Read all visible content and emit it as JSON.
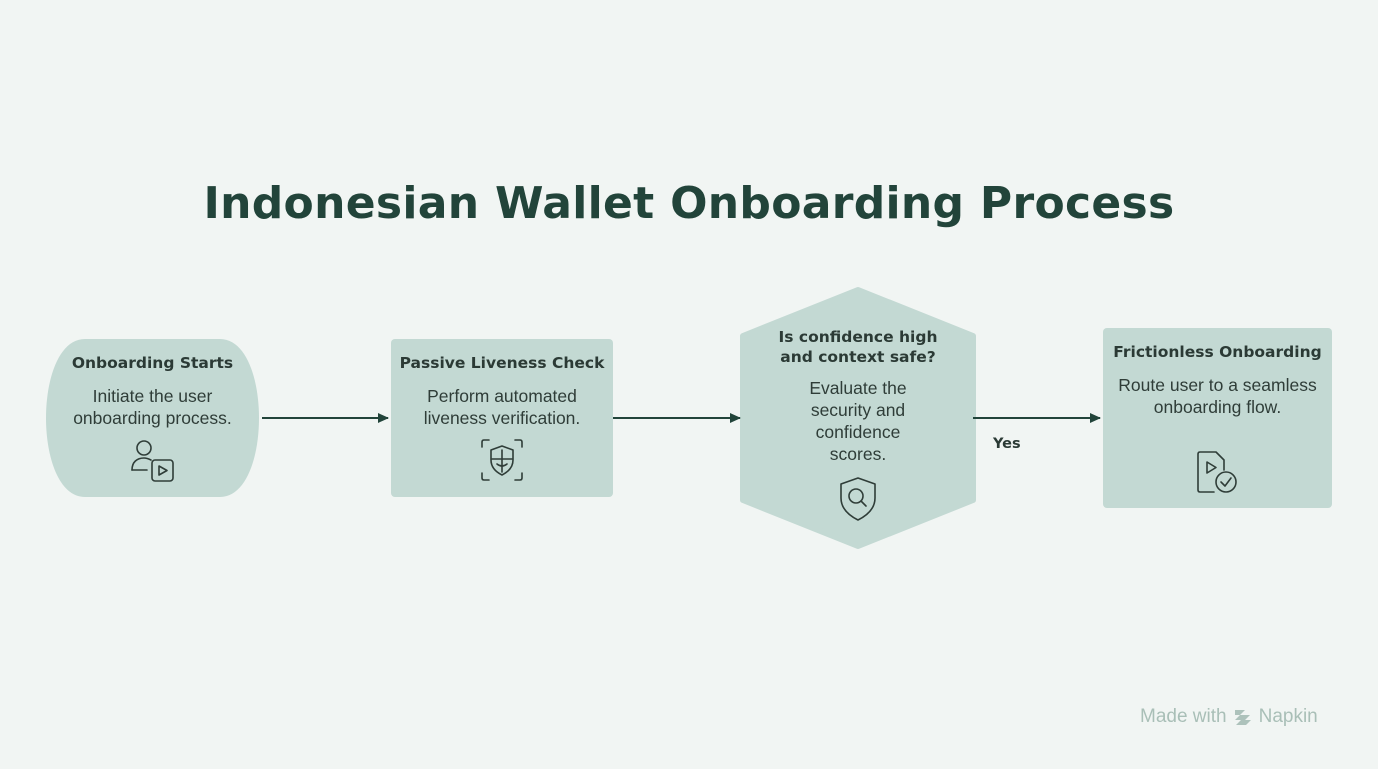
{
  "title": "Indonesian Wallet Onboarding Process",
  "colors": {
    "background": "#f1f5f3",
    "node_fill": "#c3d9d3",
    "title": "#22443a",
    "arrow": "#22443a",
    "watermark": "#a9bfb7"
  },
  "nodes": [
    {
      "id": "onboarding-starts",
      "shape": "stadium",
      "title": "Onboarding Starts",
      "description": "Initiate the user onboarding process.",
      "icon": "user-video-icon"
    },
    {
      "id": "passive-liveness-check",
      "shape": "rectangle",
      "title": "Passive Liveness Check",
      "description": "Perform automated liveness verification.",
      "icon": "face-scan-shield-icon"
    },
    {
      "id": "confidence-decision",
      "shape": "hexagon",
      "title": "Is confidence high and context safe?",
      "description": "Evaluate the security and confidence scores.",
      "icon": "shield-search-icon"
    },
    {
      "id": "frictionless-onboarding",
      "shape": "rectangle",
      "title": "Frictionless Onboarding",
      "description": "Route user to a seamless onboarding flow.",
      "icon": "document-check-icon"
    }
  ],
  "edges": [
    {
      "from": "onboarding-starts",
      "to": "passive-liveness-check",
      "label": ""
    },
    {
      "from": "passive-liveness-check",
      "to": "confidence-decision",
      "label": ""
    },
    {
      "from": "confidence-decision",
      "to": "frictionless-onboarding",
      "label": "Yes"
    }
  ],
  "watermark": {
    "prefix": "Made with",
    "brand": "Napkin",
    "icon": "napkin-logo-icon"
  }
}
